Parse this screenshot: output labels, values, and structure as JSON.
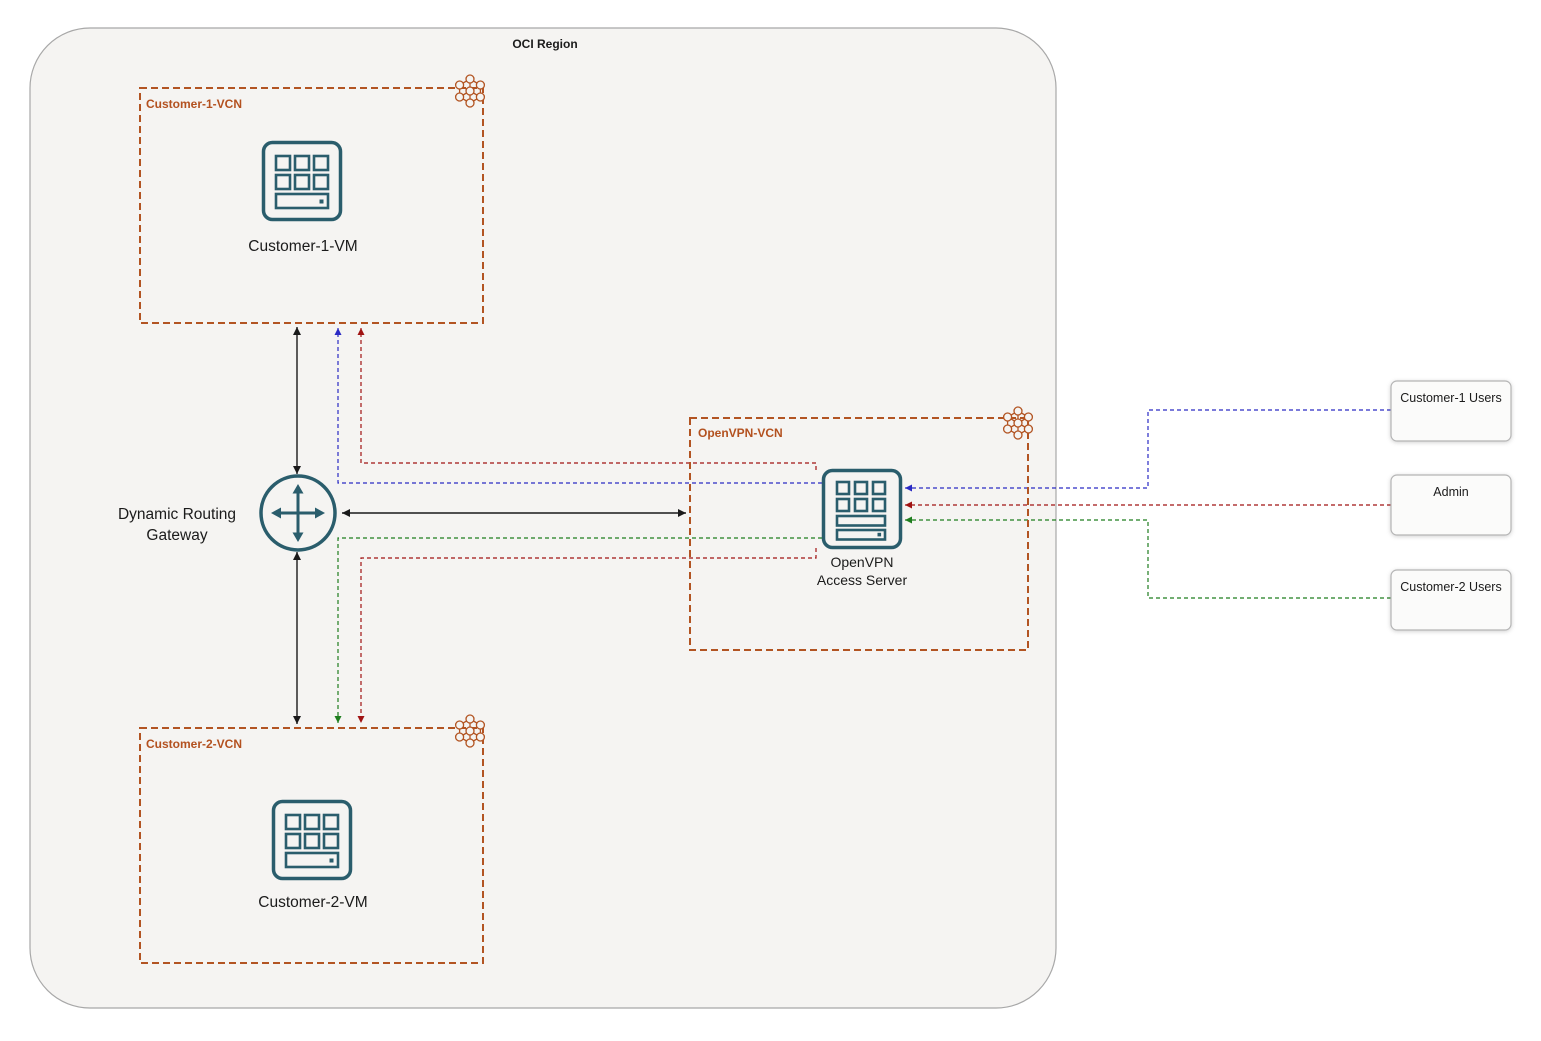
{
  "region": {
    "label": "OCI Region"
  },
  "customer1_vcn": {
    "label": "Customer-1-VCN",
    "vm_label": "Customer-1-VM"
  },
  "customer2_vcn": {
    "label": "Customer-2-VCN",
    "vm_label": "Customer-2-VM"
  },
  "openvpn_vcn": {
    "label": "OpenVPN-VCN",
    "server_line1": "OpenVPN",
    "server_line2": "Access Server"
  },
  "gateway": {
    "line1": "Dynamic Routing",
    "line2": "Gateway"
  },
  "external": {
    "customer1_users": "Customer-1 Users",
    "admin": "Admin",
    "customer2_users": "Customer-2 Users"
  },
  "icons": {
    "vcn_badge": "network-mesh-icon",
    "vm": "compute-vm-icon",
    "gateway": "dynamic-routing-gateway-icon",
    "server": "access-server-icon"
  },
  "colors": {
    "region-bg": "#f5f4f2",
    "region-border": "#a8a8a8",
    "vcn-border": "#b25422",
    "vcn-label": "#b3511f",
    "icon-teal": "#2a5d6c",
    "text": "#1b1b1b",
    "line-black": "#1a1a1a",
    "line-blue": "#2a2ac4",
    "line-red": "#a01313",
    "line-green": "#1e7d1e",
    "user-box-border": "#b5b5b5",
    "user-box-bg": "#fbfbfa"
  }
}
